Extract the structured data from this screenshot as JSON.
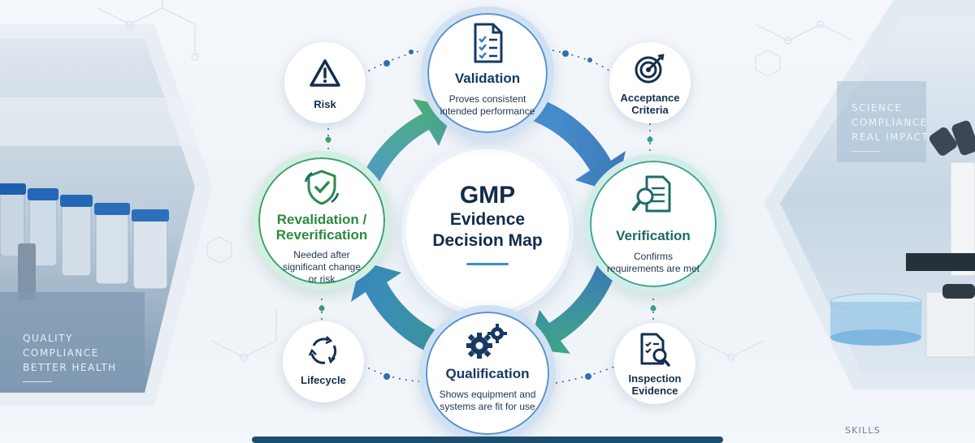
{
  "center": {
    "line1": "GMP",
    "line2": "Evidence",
    "line3": "Decision Map"
  },
  "nodes": {
    "validation": {
      "title": "Validation",
      "desc1": "Proves consistent",
      "desc2": "intended performance",
      "icon": "checklist-document-icon"
    },
    "verification": {
      "title": "Verification",
      "desc1": "Confirms",
      "desc2": "requirements are met",
      "icon": "document-magnifier-icon"
    },
    "qualification": {
      "title": "Qualification",
      "desc1": "Shows equipment and",
      "desc2": "systems are fit for use",
      "icon": "gears-icon"
    },
    "revalidation": {
      "title1": "Revalidation /",
      "title2": "Reverification",
      "desc1": "Needed after",
      "desc2": "significant change",
      "desc3": "or risk",
      "icon": "shield-check-icon"
    }
  },
  "satellites": {
    "risk": {
      "label": "Risk",
      "icon": "warning-triangle-icon"
    },
    "acceptance": {
      "label1": "Acceptance",
      "label2": "Criteria",
      "icon": "target-icon"
    },
    "lifecycle": {
      "label": "Lifecycle",
      "icon": "cycle-arrows-icon"
    },
    "inspection": {
      "label1": "Inspection",
      "label2": "Evidence",
      "icon": "inspection-report-icon"
    }
  },
  "panels": {
    "left": [
      "QUALITY",
      "COMPLIANCE",
      "BETTER HEALTH"
    ],
    "right": [
      "SCIENCE",
      "COMPLIANCE",
      "REAL IMPACT"
    ]
  },
  "footer": {
    "skills": "SKILLS"
  },
  "colors": {
    "navy": "#143a5e",
    "blue": "#3a78c0",
    "green": "#2f9a5c",
    "teal": "#2e8f7b"
  }
}
